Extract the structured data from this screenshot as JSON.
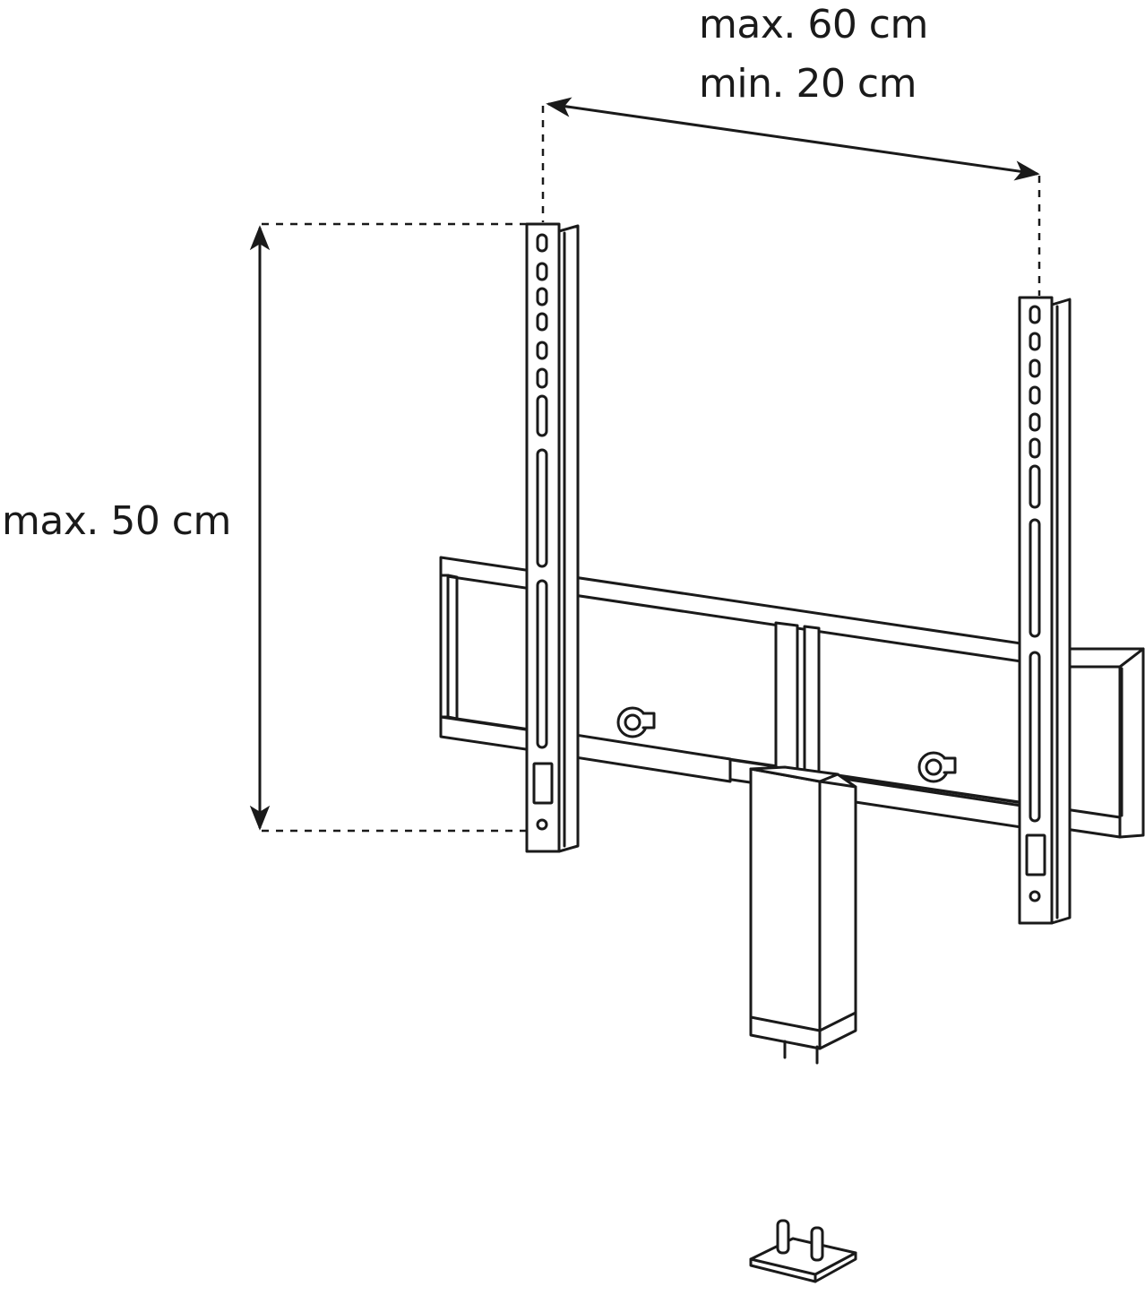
{
  "dimensions": {
    "width_max": "max. 60 cm",
    "width_min": "min. 20 cm",
    "height_max": "max. 50 cm"
  },
  "colors": {
    "line": "#1a1a1a",
    "background": "#ffffff"
  }
}
